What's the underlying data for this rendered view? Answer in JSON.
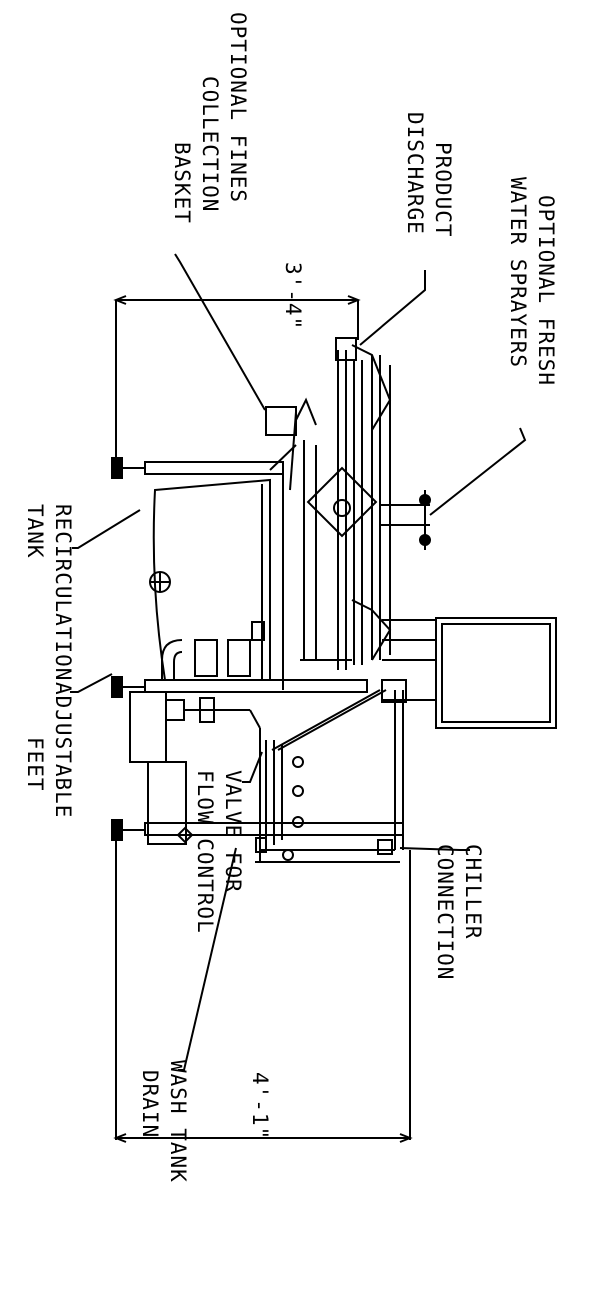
{
  "labels": {
    "optional_fines": [
      "OPTIONAL FINES",
      "COLLECTION",
      "BASKET"
    ],
    "product_discharge": [
      "PRODUCT",
      "DISCHARGE"
    ],
    "optional_fresh_water": [
      "OPTIONAL FRESH",
      "WATER SPRAYERS"
    ],
    "recirculation_tank": [
      "RECIRCULATION",
      "TANK"
    ],
    "adjustable_feet": [
      "ADJUSTABLE",
      "FEET"
    ],
    "valve_flow_control": [
      "VALVE FOR",
      "FLOW CONTROL"
    ],
    "wash_tank_drain": [
      "WASH TANK",
      "DRAIN"
    ],
    "chiller_connection": [
      "CHILLER",
      "CONNECTION"
    ]
  },
  "dimensions": {
    "upper": "3'-4\"",
    "lower": "4'-1\""
  },
  "colors": {
    "line": "#000000",
    "background": "#ffffff"
  }
}
